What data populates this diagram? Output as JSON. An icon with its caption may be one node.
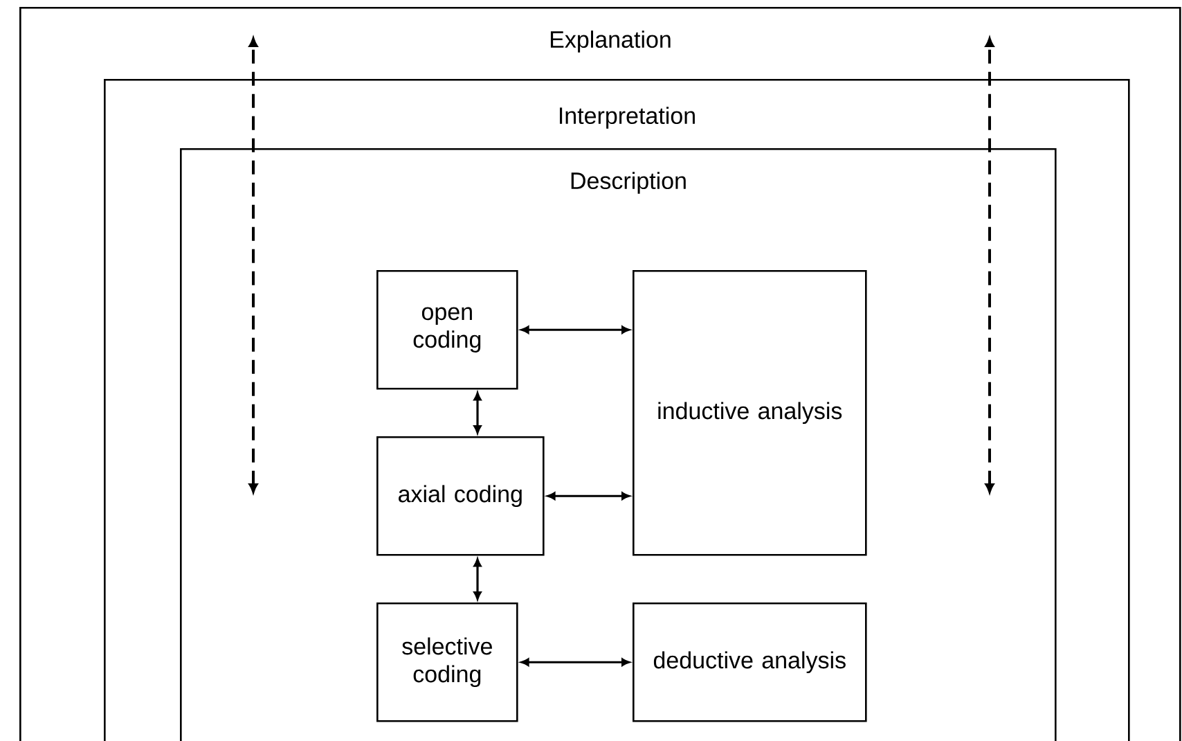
{
  "diagram": {
    "nodes": [
      {
        "text": [
          "Explanation"
        ]
      },
      {
        "text": [
          "Interpretation"
        ],
        "in": 0
      },
      {
        "text": [
          "Description"
        ],
        "in": 1
      },
      {
        "text": [
          "open coding"
        ],
        "in": 2
      },
      {
        "text": [
          "inductive analysis"
        ],
        "in": 2
      },
      {
        "text": [
          "axial coding"
        ],
        "in": 2
      },
      {
        "text": [
          "selective coding"
        ],
        "in": 2
      },
      {
        "text": [
          "deductive analysis"
        ],
        "in": 2
      }
    ],
    "edges": [
      {
        "from": 3,
        "to": 4,
        "arrow": "both"
      },
      {
        "from": 3,
        "to": 5,
        "arrow": "both"
      },
      {
        "from": 5,
        "to": 4,
        "arrow": "both"
      },
      {
        "from": 5,
        "to": 6,
        "arrow": "both"
      },
      {
        "from": 6,
        "to": 7,
        "arrow": "both"
      }
    ]
  }
}
